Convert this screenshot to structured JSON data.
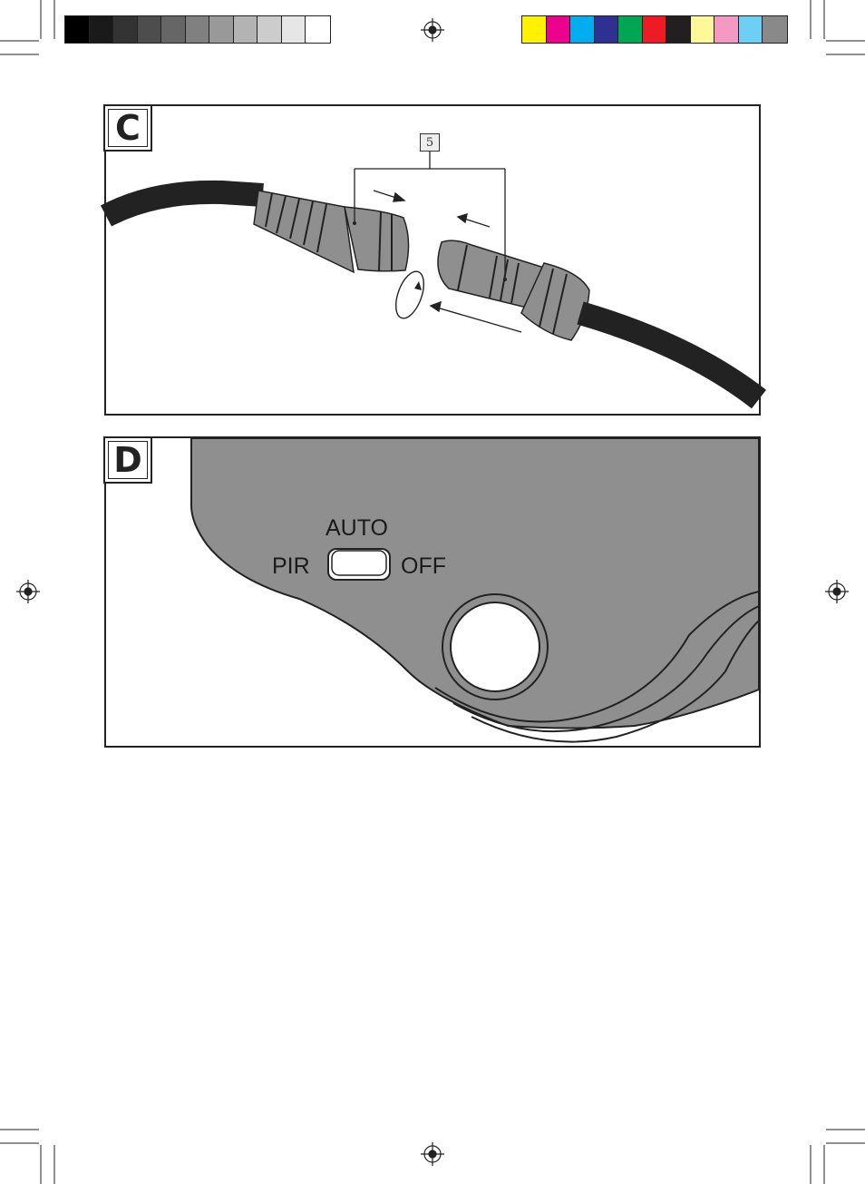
{
  "colors": {
    "grayscale_bar": [
      "#000000",
      "#1a1a1a",
      "#333333",
      "#4d4d4d",
      "#666666",
      "#808080",
      "#999999",
      "#b3b3b3",
      "#cccccc",
      "#e6e6e6",
      "#ffffff"
    ],
    "color_bar": [
      "#fff200",
      "#ec008c",
      "#00aeef",
      "#2e3192",
      "#00a651",
      "#ed1c24",
      "#231f20",
      "#fff799",
      "#f49ac2",
      "#6dcff6",
      "#898989"
    ],
    "housing_gray": "#8f8f8f",
    "cable_black": "#222222"
  },
  "panel_c": {
    "label": "C",
    "reference_number": "5"
  },
  "panel_d": {
    "label": "D",
    "switch": {
      "top_label": "AUTO",
      "left_label": "PIR",
      "right_label": "OFF"
    }
  }
}
